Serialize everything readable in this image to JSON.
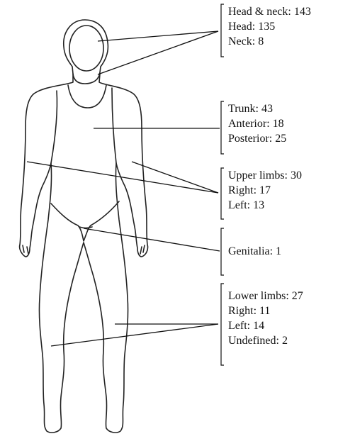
{
  "groups": {
    "head_neck": {
      "title": "Head & neck: 143",
      "lines": [
        "Head: 135",
        "Neck: 8"
      ]
    },
    "trunk": {
      "title": "Trunk: 43",
      "lines": [
        "Anterior: 18",
        "Posterior: 25"
      ]
    },
    "upper_limbs": {
      "title": "Upper limbs: 30",
      "lines": [
        "Right: 17",
        "Left: 13"
      ]
    },
    "genitalia": {
      "title": "Genitalia: 1",
      "lines": []
    },
    "lower_limbs": {
      "title": "Lower limbs: 27",
      "lines": [
        "Right: 11",
        "Left: 14",
        "Undefined: 2"
      ]
    }
  }
}
